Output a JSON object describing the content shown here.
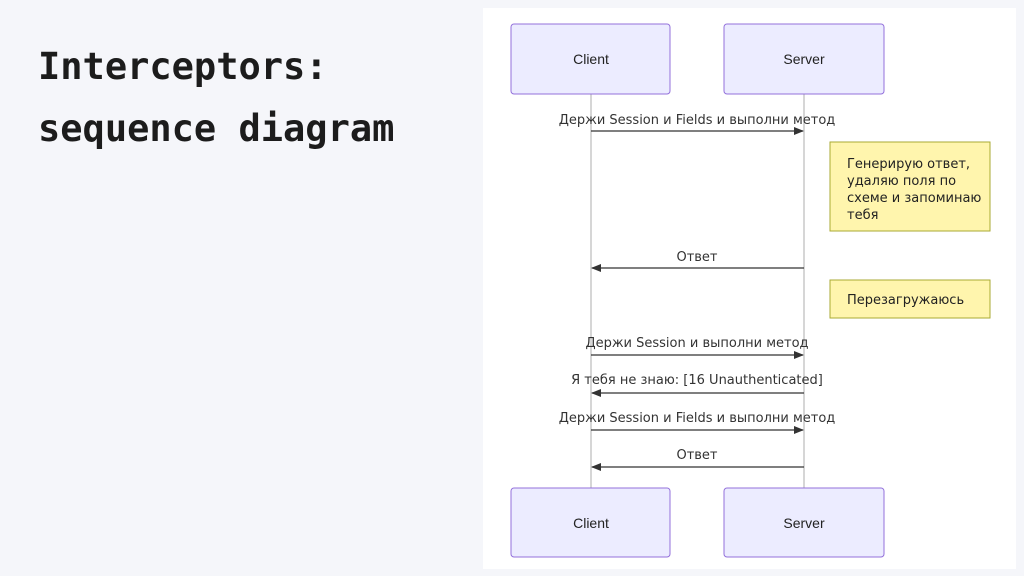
{
  "slide": {
    "title_line1": "Interceptors:",
    "title_line2": "sequence diagram"
  },
  "diagram": {
    "actors": {
      "client": "Client",
      "server": "Server"
    },
    "messages": [
      {
        "label": "Держи Session и Fields и выполни метод",
        "from": "client",
        "to": "server"
      },
      {
        "label": "Ответ",
        "from": "server",
        "to": "client"
      },
      {
        "label": "Держи Session и выполни метод",
        "from": "client",
        "to": "server"
      },
      {
        "label": "Я тебя не знаю: [16 Unauthenticated]",
        "from": "server",
        "to": "client"
      },
      {
        "label": "Держи Session и Fields и выполни метод",
        "from": "client",
        "to": "server"
      },
      {
        "label": "Ответ",
        "from": "server",
        "to": "client"
      }
    ],
    "notes": [
      {
        "lines": [
          "Генерирую ответ,",
          "удаляю поля по",
          "схеме и запоминаю",
          "тебя"
        ]
      },
      {
        "lines": [
          "Перезагружаюсь"
        ]
      }
    ],
    "colors": {
      "actor_fill": "#ECECFF",
      "actor_border": "#9370DB",
      "note_fill": "#fff5ad",
      "note_border": "#aaaa33"
    }
  }
}
